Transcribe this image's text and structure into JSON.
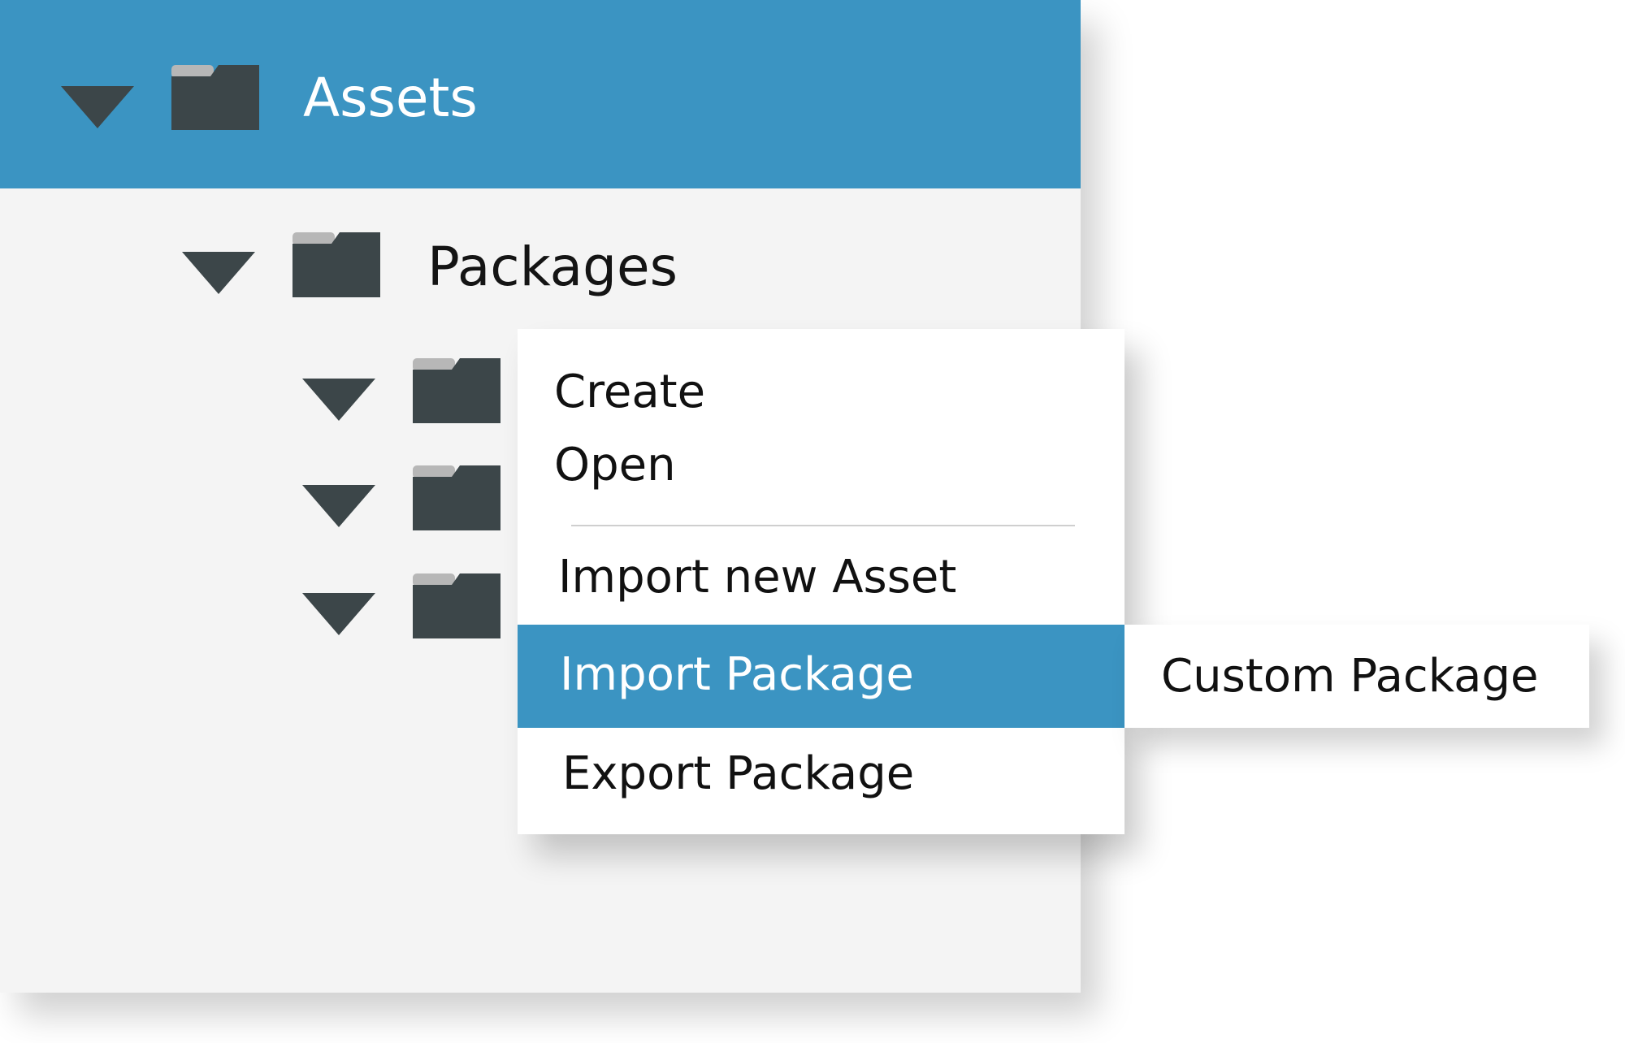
{
  "tree": {
    "root": {
      "label": "Assets"
    },
    "packages": {
      "label": "Packages"
    },
    "child_count_visible": 3
  },
  "context_menu": {
    "items": [
      {
        "label": "Create"
      },
      {
        "label": "Open"
      },
      {
        "label": "Import new Asset"
      },
      {
        "label": "Import Package"
      },
      {
        "label": "Export Package"
      }
    ],
    "highlighted": "Import Package"
  },
  "submenu": {
    "items": [
      {
        "label": "Custom Package"
      }
    ]
  },
  "colors": {
    "accent": "#3b94c2",
    "panel_bg": "#f4f4f4",
    "icon_dark": "#3c4649",
    "folder_tab": "#b7b7b7"
  },
  "icons": {
    "expand": "caret-down-icon",
    "folder": "folder-icon"
  }
}
